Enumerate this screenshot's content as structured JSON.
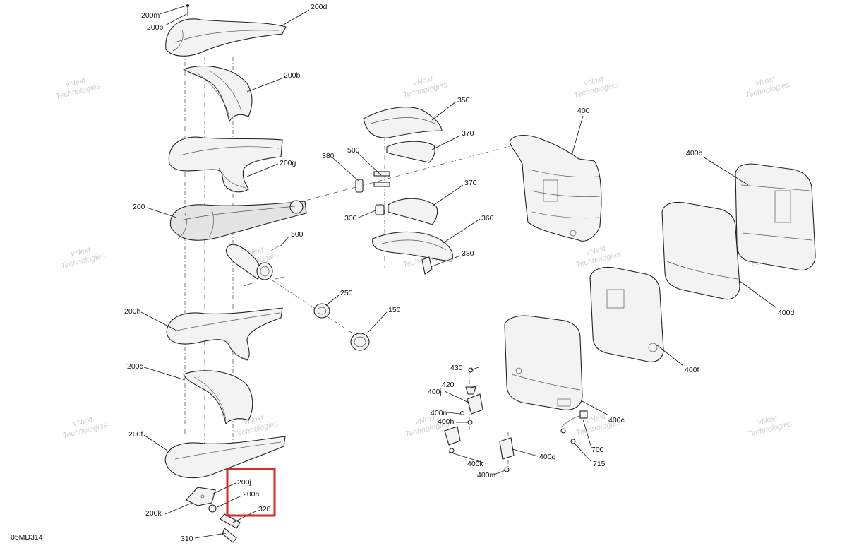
{
  "diagram": {
    "code": "05MD314",
    "watermark": {
      "line1": "vNext",
      "line2": "Technologies",
      "caption": "vNext Technologies"
    },
    "highlight": {
      "color": "#d62828"
    },
    "callouts": {
      "c200m": "200m",
      "c200p": "200p",
      "c200d": "200d",
      "c200b": "200b",
      "c200g": "200g",
      "c200": "200",
      "c200h": "200h",
      "c200c": "200c",
      "c200f": "200f",
      "c200j": "200j",
      "c200n": "200n",
      "c320": "320",
      "c200k": "200k",
      "c310": "310",
      "c500a": "500",
      "c500b": "500",
      "c380a": "380",
      "c380b": "380",
      "c350": "350",
      "c370a": "370",
      "c370b": "370",
      "c300": "300",
      "c360": "360",
      "c250": "250",
      "c150": "150",
      "c400": "400",
      "c400b": "400b",
      "c400d": "400d",
      "c400f": "400f",
      "c400c": "400c",
      "c430": "430",
      "c420": "420",
      "c400j": "400j",
      "c400n": "400n",
      "c400h": "400h",
      "c400g": "400g",
      "c400k": "400k",
      "c400m": "400m",
      "c700": "700",
      "c715": "715"
    }
  }
}
